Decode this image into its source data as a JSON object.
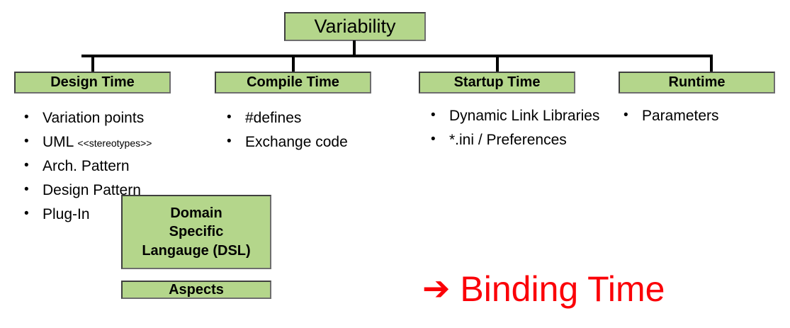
{
  "diagram": {
    "root": {
      "label": "Variability"
    },
    "levels": [
      {
        "id": "design-time",
        "label": "Design Time"
      },
      {
        "id": "compile-time",
        "label": "Compile Time"
      },
      {
        "id": "startup-time",
        "label": "Startup Time"
      },
      {
        "id": "runtime",
        "label": "Runtime"
      }
    ],
    "lists": {
      "design_time": [
        {
          "text": "Variation points",
          "small": ""
        },
        {
          "text": "UML ",
          "small": "<<stereotypes>>"
        },
        {
          "text": "Arch. Pattern",
          "small": ""
        },
        {
          "text": "Design Pattern",
          "small": ""
        },
        {
          "text": "Plug-In",
          "small": ""
        }
      ],
      "compile_time": [
        {
          "text": "#defines",
          "small": ""
        },
        {
          "text": "Exchange code",
          "small": ""
        }
      ],
      "startup_time": [
        {
          "text": "Dynamic Link Libraries",
          "small": ""
        },
        {
          "text": "*.ini / Preferences",
          "small": ""
        }
      ],
      "runtime": [
        {
          "text": "Parameters",
          "small": ""
        }
      ]
    },
    "extra_boxes": {
      "dsl": {
        "line1": "Domain",
        "line2": "Specific",
        "line3": "Langauge (DSL)"
      },
      "aspects": {
        "label": "Aspects"
      }
    },
    "callout": {
      "arrow_icon": "arrow-right-icon",
      "arrow_glyph": "➔",
      "label": "Binding Time"
    },
    "bullet_glyph": "•",
    "colors": {
      "box_fill": "#b4d68b",
      "box_border": "#3f3f3f",
      "callout_red": "#fb0007",
      "text": "#000000",
      "background": "#ffffff"
    }
  }
}
